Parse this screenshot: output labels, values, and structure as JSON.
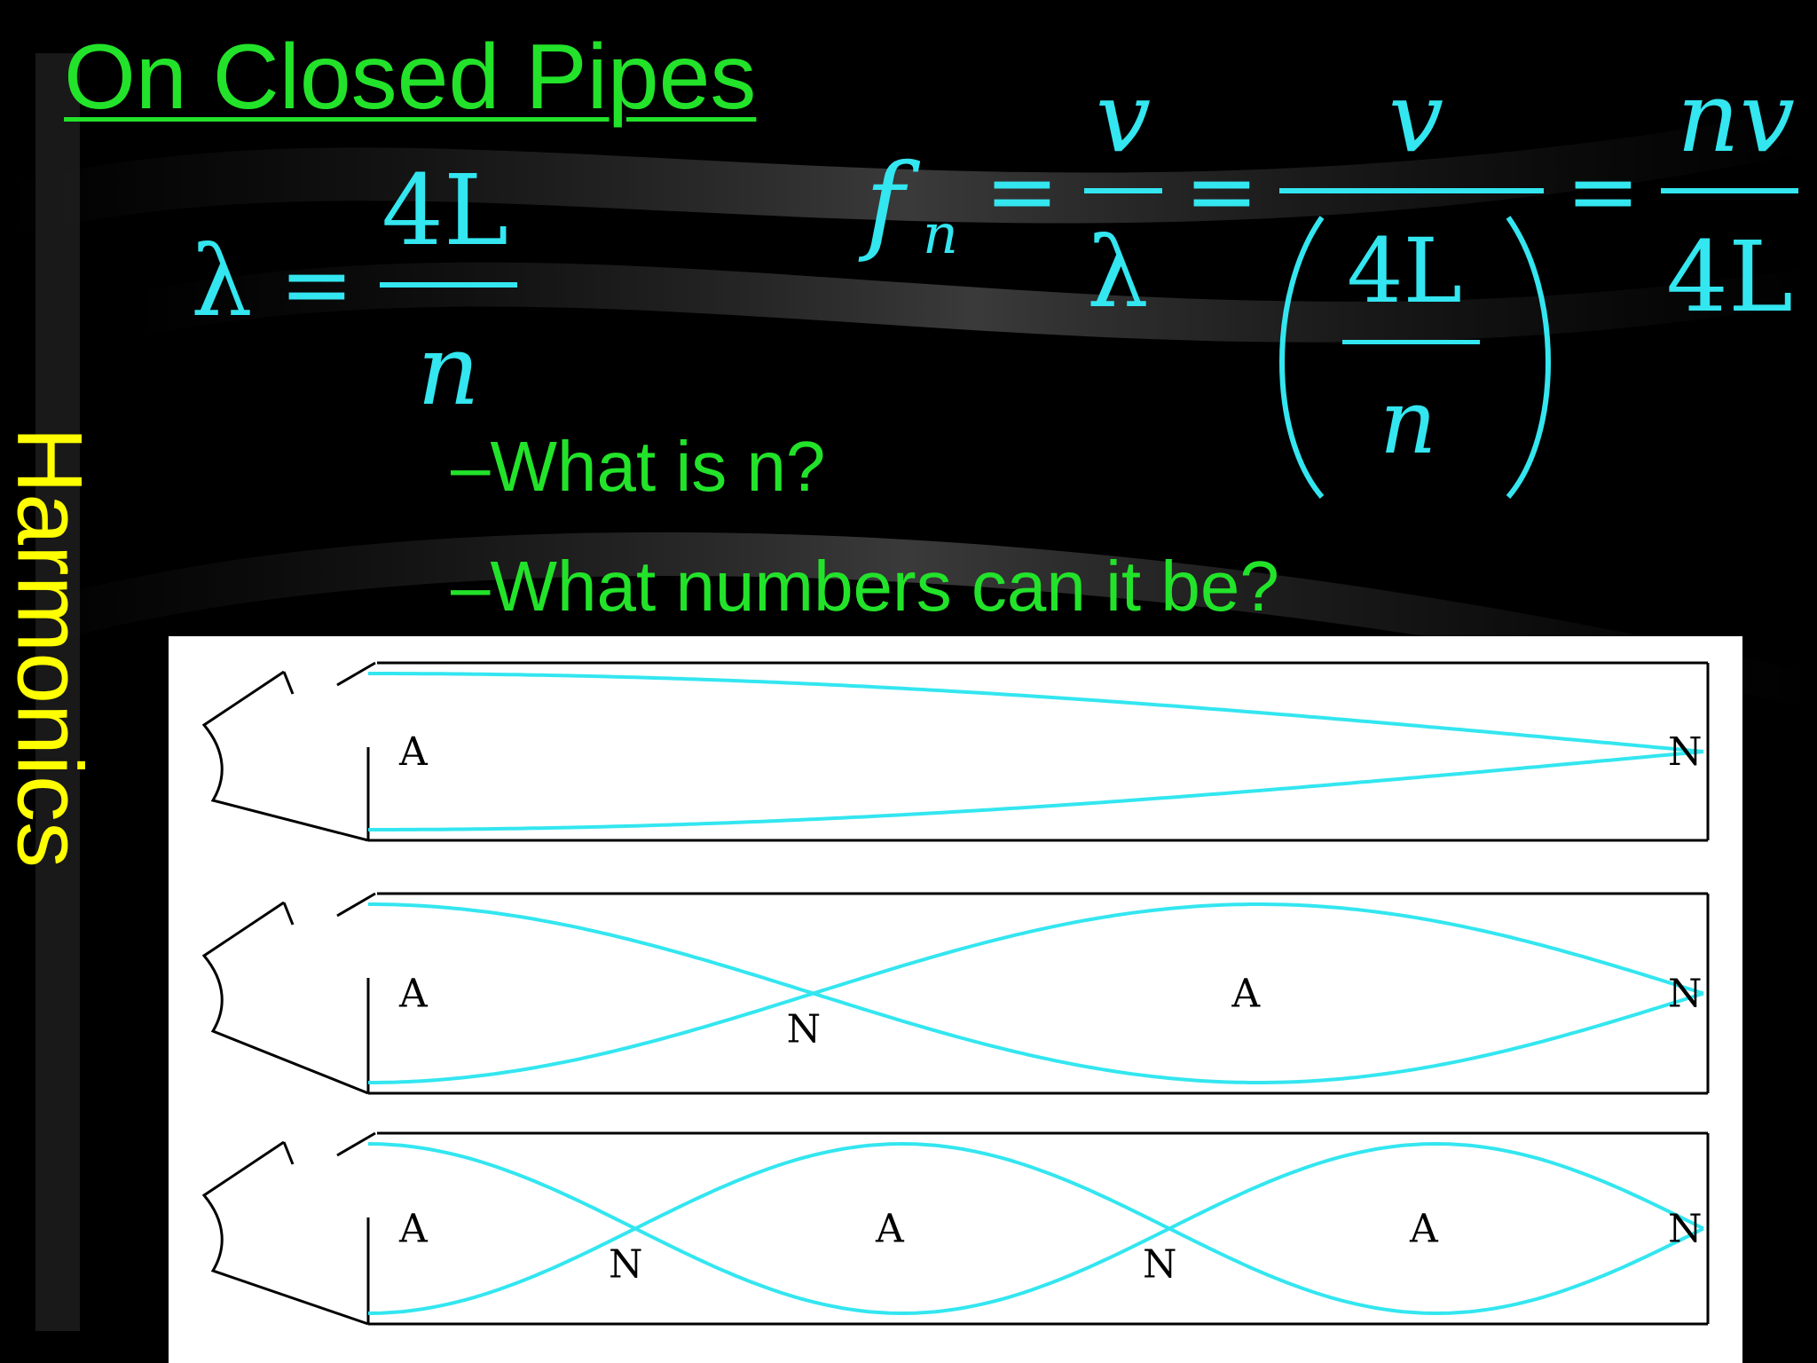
{
  "slide": {
    "title": "On Closed Pipes",
    "side_label": "Harmonics",
    "bullets": [
      "–What is n?",
      "–What numbers can it be?"
    ]
  },
  "equations": {
    "wavelength": {
      "lhs": "λ",
      "eq": "=",
      "num": "4L",
      "den": "n"
    },
    "frequency": {
      "f": "f",
      "sub": "n",
      "eq": "=",
      "v1": "v",
      "lambda": "λ",
      "v2": "v",
      "inner_num": "4L",
      "inner_den": "n",
      "nv": "nv",
      "den4L": "4L"
    }
  },
  "diagram": {
    "pipes": [
      {
        "mode": 1,
        "labels": [
          "A",
          "N"
        ]
      },
      {
        "mode": 3,
        "labels": [
          "A",
          "N",
          "A",
          "N"
        ]
      },
      {
        "mode": 5,
        "labels": [
          "A",
          "N",
          "A",
          "N",
          "A",
          "N"
        ]
      }
    ]
  },
  "colors": {
    "title": "#22e32a",
    "side_label": "#ffff00",
    "equation": "#33e6f0",
    "wave": "#33e6f0",
    "background": "#000000"
  }
}
